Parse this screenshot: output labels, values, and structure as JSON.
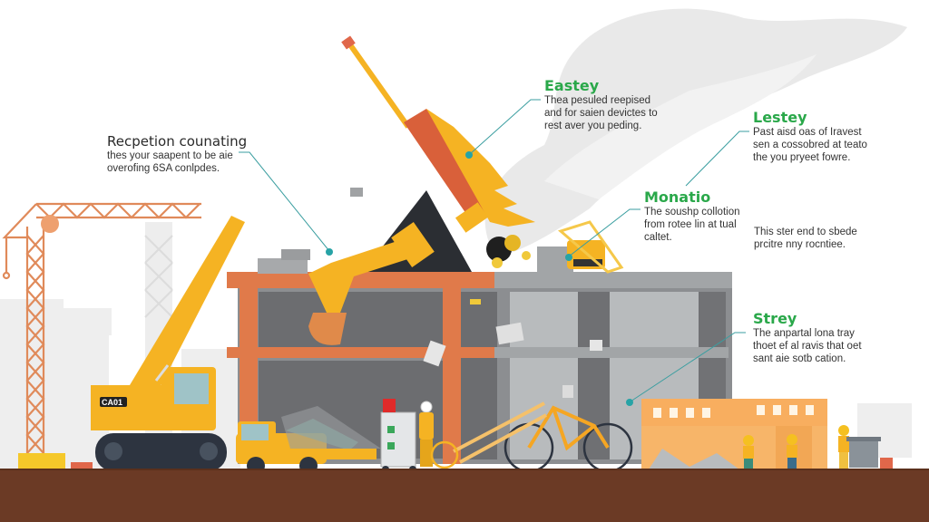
{
  "scene": {
    "description": "Demolition site infographic: tower crane, yellow crawler crane, excavator arm demolishing a building, debris, smoke, workers, utility truck, bicycle, dumpster",
    "crane_label": "CA01",
    "colors": {
      "background": "#ffffff",
      "ground": "#6b3a25",
      "building_orange": "#e07a4a",
      "building_gray": "#6e6f72",
      "building_light_gray": "#b9bcbe",
      "machine_yellow": "#f5b323",
      "annotation_line": "#3a9ea0",
      "annotation_dot": "#27a3a6",
      "title_green": "#2aa84a",
      "smoke": "#e7e7e7"
    }
  },
  "callouts": [
    {
      "id": "reception",
      "title": "Recpetion counating",
      "body": [
        "thes your saapent to be aie",
        "overofing 6SA conlpdes."
      ]
    },
    {
      "id": "eastey",
      "title": "Eastey",
      "body": [
        "Thea pesuled reepised",
        "and for saien devictes to",
        "rest aver you peding."
      ]
    },
    {
      "id": "lestey",
      "title": "Lestey",
      "body": [
        "Past aisd oas of Iravest",
        "sen a cossobred at teato",
        "the you pryeet fowre."
      ]
    },
    {
      "id": "monatio",
      "title": "Monatio",
      "body": [
        "The soushp collotion",
        "from rotee lin at tual",
        "caltet."
      ]
    },
    {
      "id": "extra",
      "title": "",
      "body": [
        "This ster end to sbede",
        "prcitre nny rocntiee."
      ]
    },
    {
      "id": "strey",
      "title": "Strey",
      "body": [
        "The anpartal lona tray",
        "thoet ef al ravis that oet",
        "sant aie sotb cation."
      ]
    }
  ]
}
